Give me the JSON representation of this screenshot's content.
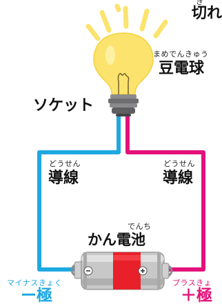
{
  "labels": {
    "kire_partial": "切れ",
    "kire_ruby_partial": "き",
    "bulb_ruby": "まめでんきゅう",
    "bulb": "豆電球",
    "socket": "ソケット",
    "wire_left_ruby": "どうせん",
    "wire_left": "導線",
    "wire_right_ruby": "どうせん",
    "wire_right": "導線",
    "battery_ruby": "でんち",
    "battery": "かん電池",
    "minus_ruby": "マイナスきょく",
    "minus": "ー極",
    "plus_ruby": "プラスきょ",
    "plus": "＋極"
  },
  "colors": {
    "minus_wire": "#1ea8e2",
    "plus_wire": "#e2127a",
    "bulb_glass": "#fbe36e",
    "glow_rays": "#fbe36e",
    "battery_label": "#e8202a",
    "socket_gray": "#6e6e70"
  }
}
